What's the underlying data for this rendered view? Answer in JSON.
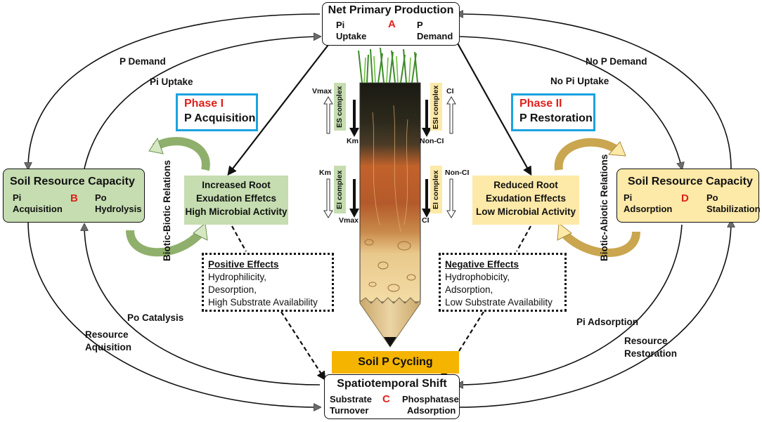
{
  "npp": {
    "title": "Net Primary Production",
    "left1": "Pi",
    "left2": "Uptake",
    "letter": "A",
    "right1": "P",
    "right2": "Demand"
  },
  "left_resource": {
    "title": "Soil Resource Capacity",
    "left1": "Pi",
    "left2": "Acquisition",
    "letter": "B",
    "right1": "Po",
    "right2": "Hydrolysis"
  },
  "right_resource": {
    "title": "Soil Resource Capacity",
    "left1": "Pi",
    "left2": "Adsorption",
    "letter": "D",
    "right1": "Po",
    "right2": "Stabilization"
  },
  "shift": {
    "title": "Spatiotemporal Shift",
    "left1": "Substrate",
    "left2": "Turnover",
    "letter": "C",
    "right1": "Phosphatase",
    "right2": "Adsorption"
  },
  "phase1": {
    "name": "Phase I",
    "desc": "P Acquisition"
  },
  "phase2": {
    "name": "Phase II",
    "desc": "P Restoration"
  },
  "left_green": {
    "line1": "Increased Root",
    "line2": "Exudation Effetcs",
    "line3": "High Microbial Activity"
  },
  "right_yellow": {
    "line1": "Reduced Root",
    "line2": "Exudation Effects",
    "line3": "Low Microbial Activity"
  },
  "biotic_left": "Biotic-Biotic Relations",
  "biotic_right": "Biotic-Abiotic Relations",
  "positive": {
    "title": "Positive Effects",
    "items": [
      "Hydrophilicity,",
      "Desorption,",
      "High Substrate Availability"
    ]
  },
  "negative": {
    "title": "Negative Effects",
    "items": [
      "Hydrophobicity,",
      "Adsorption,",
      "Low Substrate Availability"
    ]
  },
  "soil_cycling": "Soil P Cycling",
  "arc_labels": {
    "p_demand": "P Demand",
    "pi_uptake": "Pi Uptake",
    "no_p_demand": "No P Demand",
    "no_pi_uptake": "No Pi Uptake",
    "po_catalysis": "Po Catalysis",
    "resource_1": "Resource",
    "resource_2": "Aquisition",
    "pi_adsorption": "Pi Adsorption",
    "restoration_1": "Resource",
    "restoration_2": "Restoration"
  },
  "pencil": {
    "es_complex": "ES complex",
    "esi_complex": "ESI complex",
    "ei_complex_left": "EI complex",
    "ei_complex_right": "EI complex",
    "vmax_top": "Vmax",
    "km_mid": "Km",
    "km_left": "Km",
    "vmax_bottom": "Vmax",
    "ci_top": "CI",
    "nonci_mid": "Non-CI",
    "nonci_right": "Non-CI",
    "ci_bottom": "CI"
  },
  "colors": {
    "green_box": "#c5ddb0",
    "yellow_box": "#fde9a8",
    "phase_border": "#1aa3e0",
    "soil_cycling_bar": "#f5b400",
    "accent_red": "#e0201b"
  }
}
